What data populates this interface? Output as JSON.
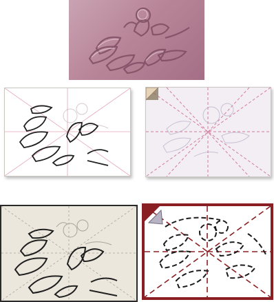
{
  "panels": [
    {
      "id": "photo",
      "name": "quilted-flower-photo"
    },
    {
      "id": "tl",
      "name": "traced-pattern-sketch"
    },
    {
      "id": "tr",
      "name": "marked-fabric-sheet"
    },
    {
      "id": "bl",
      "name": "pattern-diagram"
    },
    {
      "id": "br",
      "name": "dashed-stitch-diagram"
    }
  ],
  "colors": {
    "photo_base": "#b88598",
    "guide_line": "#d15a7a",
    "diagram_red": "#8a1f23",
    "ink": "#1f1f1f"
  }
}
